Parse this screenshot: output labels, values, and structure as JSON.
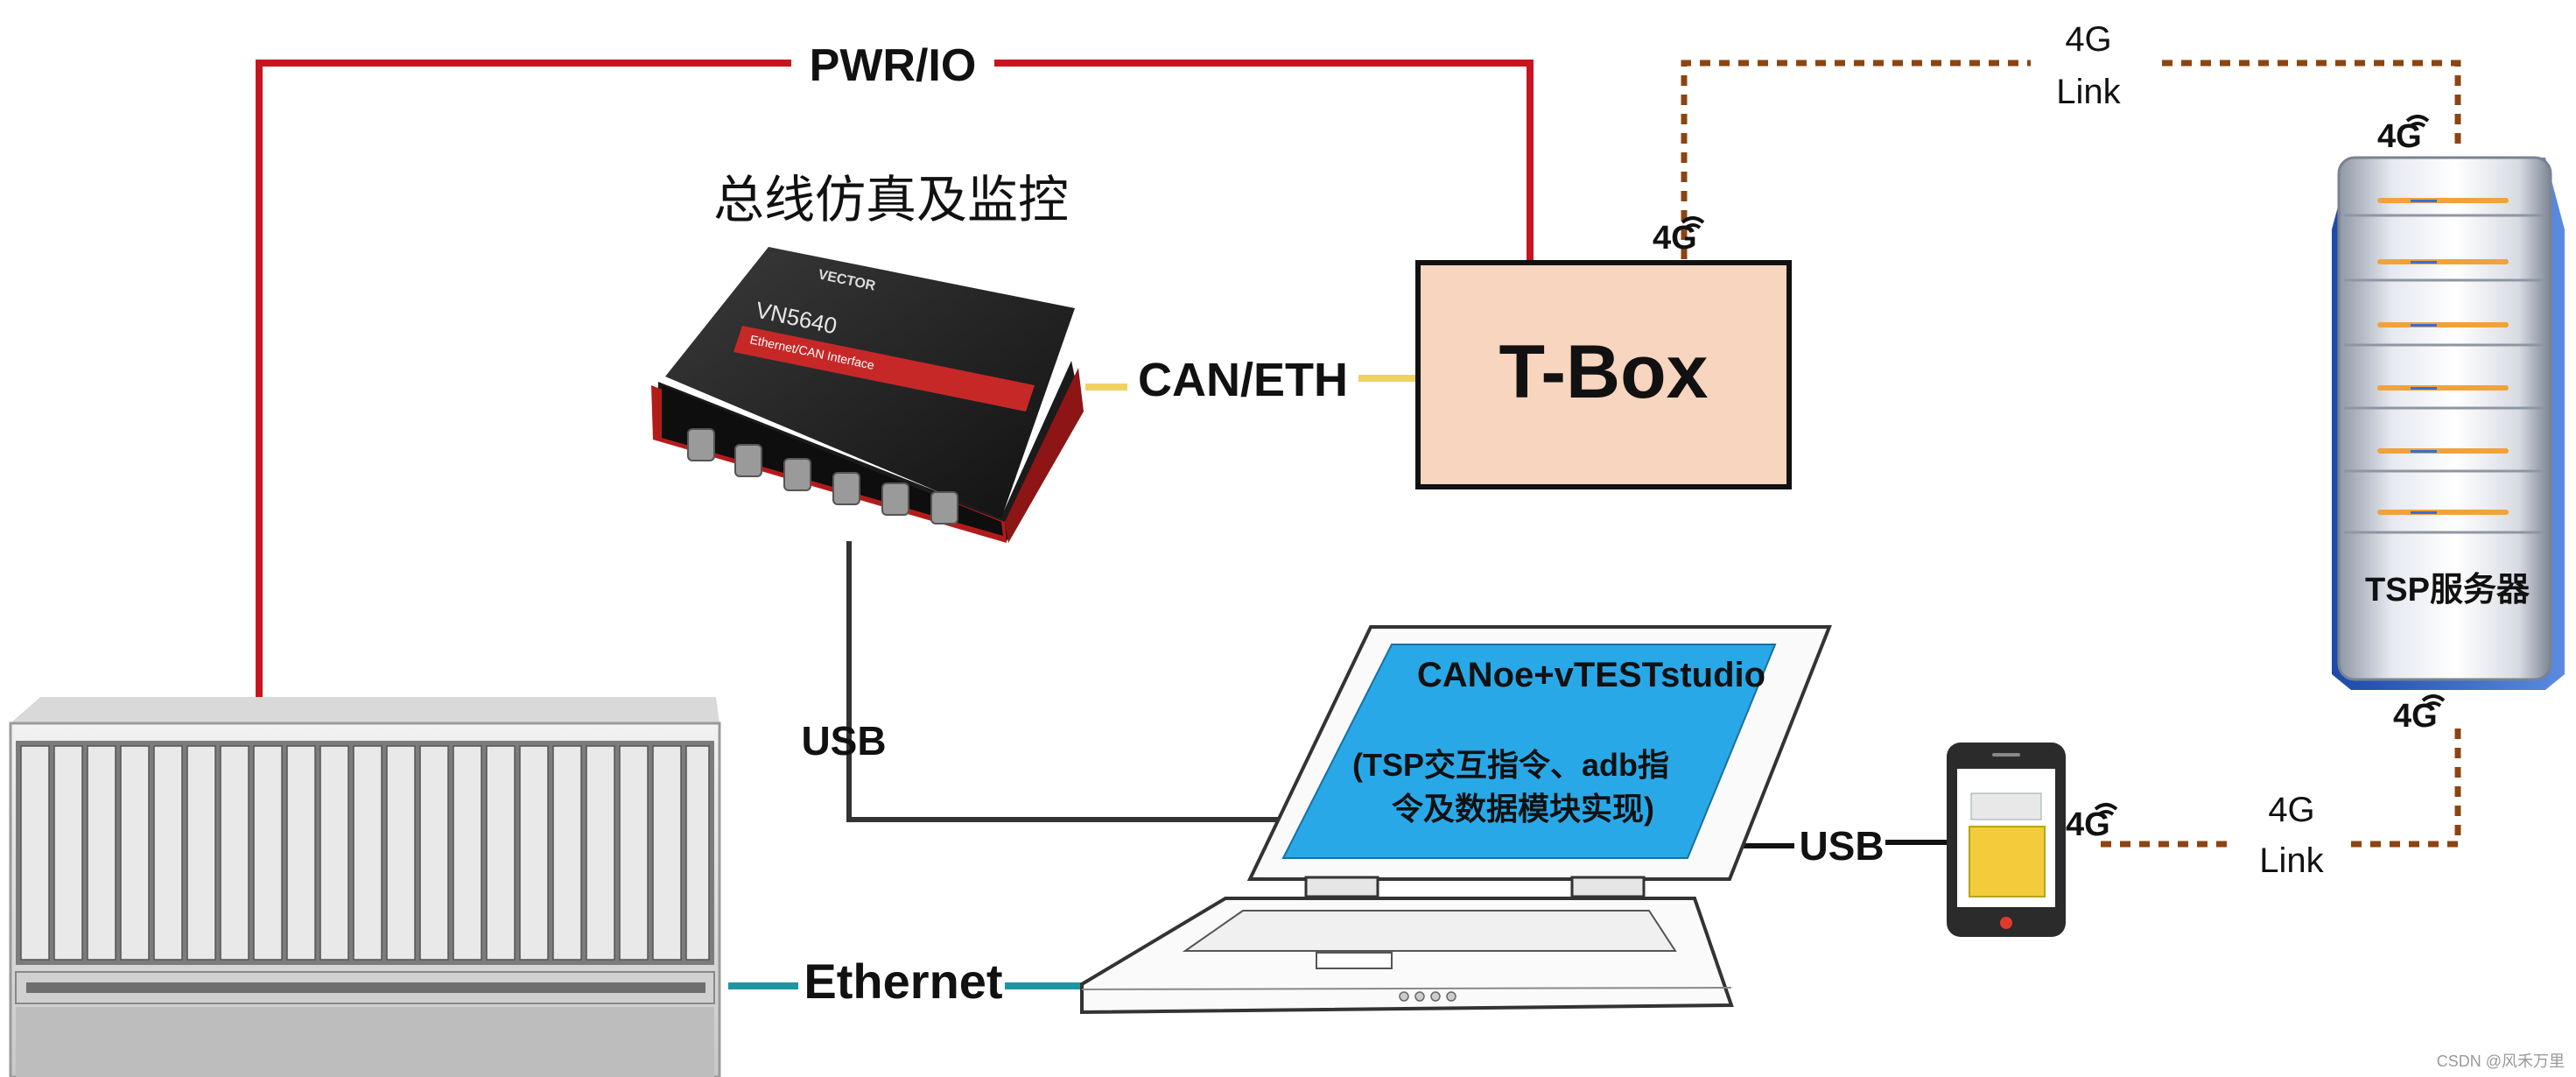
{
  "labels": {
    "pwr_io": "PWR/IO",
    "bus_sim_title": "总线仿真及监控",
    "can_eth": "CAN/ETH",
    "tbox": "T-Box",
    "usb_left": "USB",
    "usb_right": "USB",
    "ethernet": "Ethernet",
    "link_top_4g": "4G",
    "link_top_link": "Link",
    "link_bottom_4g": "4G",
    "link_bottom_link": "Link",
    "tsp_server": "TSP服务器",
    "laptop_title": "CANoe+vTESTstudio",
    "laptop_desc_line1": "(TSP交互指令、adb指",
    "laptop_desc_line2": "令及数据模块实现)",
    "badge_4g_tbox": "4G",
    "badge_4g_server_top": "4G",
    "badge_4g_server_bottom": "4G",
    "badge_4g_phone": "4G",
    "watermark": "CSDN @风禾万里"
  },
  "device_text": {
    "brand": "VECTOR",
    "model": "VN5640",
    "subtitle": "Ethernet/CAN Interface"
  },
  "colors": {
    "pwr_line": "#c8141e",
    "can_eth_line": "#f0d264",
    "usb_line": "#333333",
    "ethernet_line": "#1e96a0",
    "link_4g_line": "#8b4513",
    "tbox_fill": "#f8d5be",
    "laptop_screen": "#29a8e8"
  }
}
